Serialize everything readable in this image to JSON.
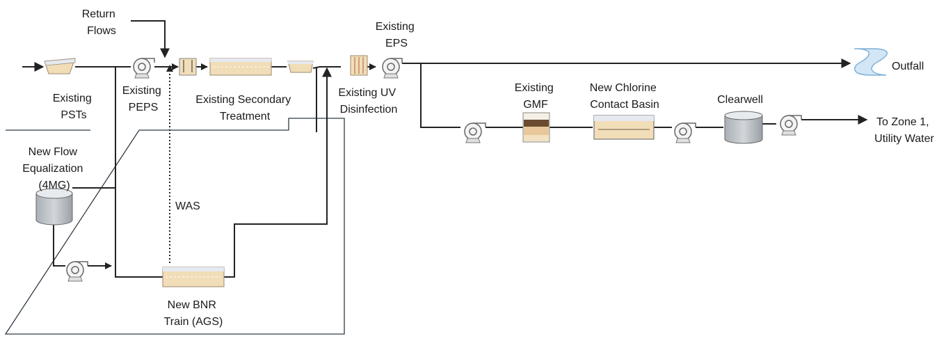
{
  "labels": {
    "existing_psts": [
      "Existing",
      "PSTs"
    ],
    "return_flows": [
      "Return",
      "Flows"
    ],
    "existing_peps": [
      "Existing",
      "PEPS"
    ],
    "existing_secondary": [
      "Existing Secondary",
      "Treatment"
    ],
    "existing_uv": [
      "Existing UV",
      "Disinfection"
    ],
    "existing_eps": [
      "Existing",
      "EPS"
    ],
    "outfall": "Outfall",
    "existing_gmf": [
      "Existing",
      "GMF"
    ],
    "new_chlorine": [
      "New Chlorine",
      "Contact Basin"
    ],
    "clearwell": "Clearwell",
    "to_zone": [
      "To Zone 1,",
      "Utility Water"
    ],
    "new_flow_eq": [
      "New Flow",
      "Equalization",
      "(4MG)"
    ],
    "was": "WAS",
    "new_bnr": [
      "New BNR",
      "Train (AGS)"
    ]
  },
  "icons": {
    "pump": "centrifugal-pump-icon",
    "tank": "cylindrical-tank-icon",
    "basin": "rectangular-basin-icon",
    "clarifier": "sedimentation-tank-icon",
    "outfall": "outfall-icon"
  },
  "colors": {
    "basin_fill": "#f1ddb7",
    "basin_water": "#e6e9f0",
    "tank_fill": "#b6bcc2",
    "gmf_dark": "#6a4a30",
    "gmf_sand": "#e8c89a",
    "outfall_blue": "#9ec6e6"
  }
}
